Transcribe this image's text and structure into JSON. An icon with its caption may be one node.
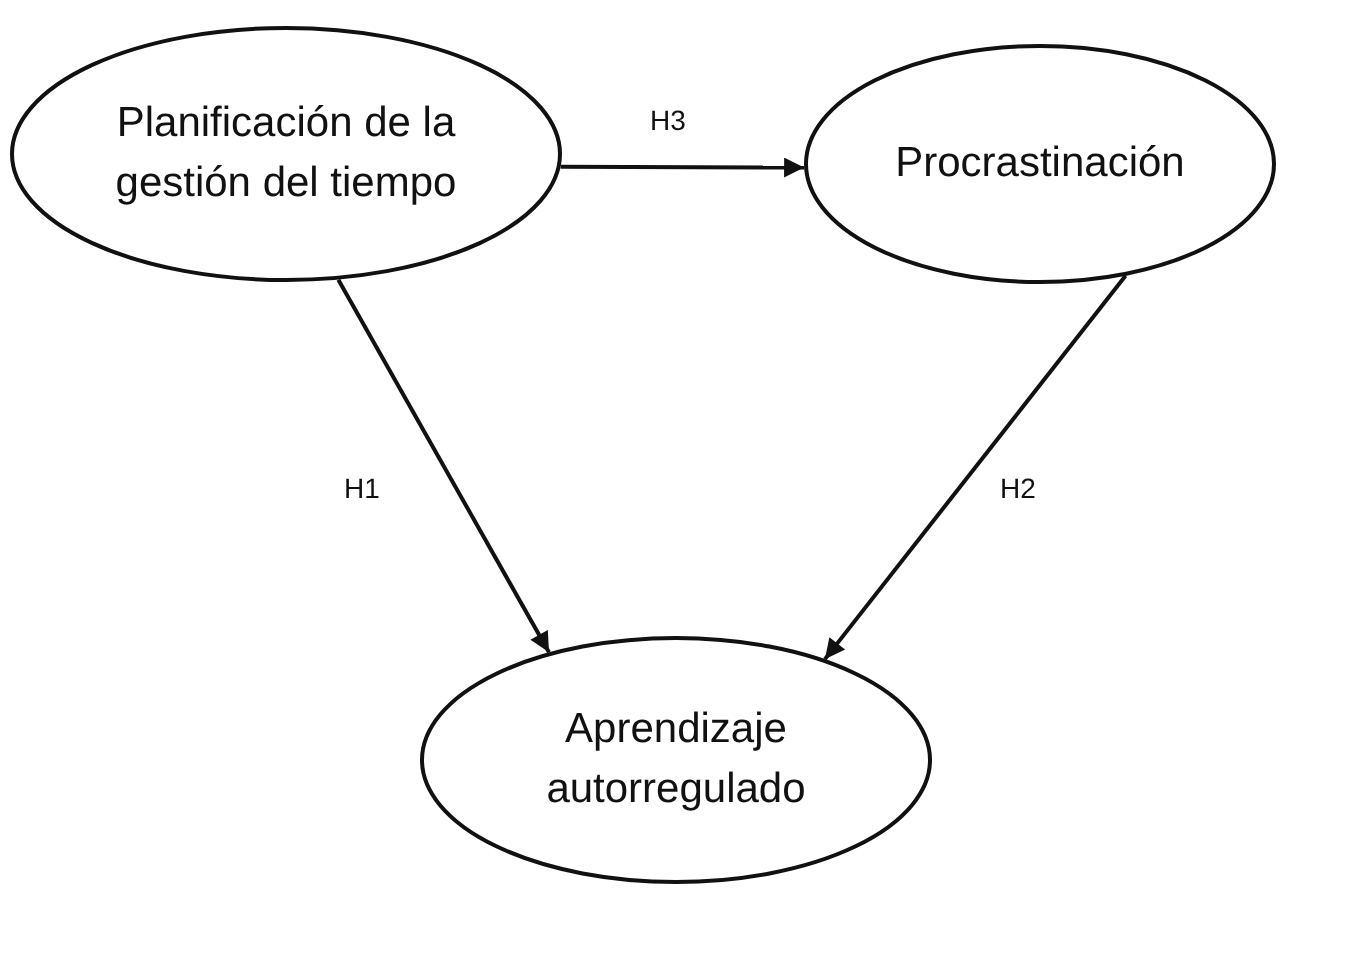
{
  "diagram": {
    "nodes": [
      {
        "text": [
          "Planificación de la gestión del tiempo"
        ]
      },
      {
        "text": [
          "Procrastinación"
        ]
      },
      {
        "text": [
          "Aprendizaje autorregulado"
        ]
      }
    ],
    "edges": [
      {
        "from": 0,
        "to": 1,
        "arrow": "to",
        "label": "H3"
      },
      {
        "from": 0,
        "to": 2,
        "arrow": "to",
        "label": "H1"
      },
      {
        "from": 1,
        "to": 2,
        "arrow": "to",
        "label": "H2"
      }
    ]
  }
}
